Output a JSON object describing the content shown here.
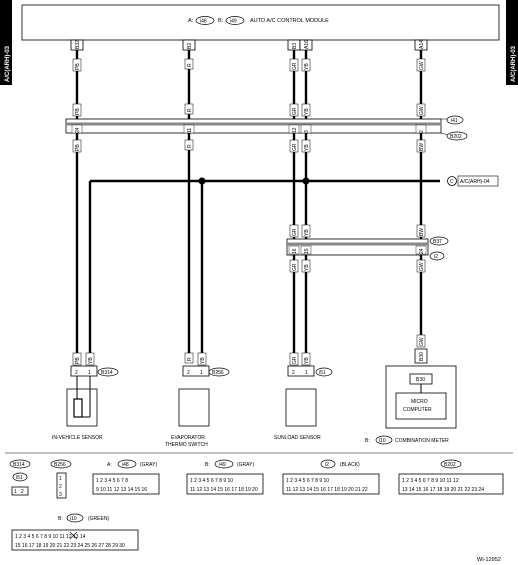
{
  "side_tag": "A/C(ARH)-03",
  "module": {
    "title": "AUTO A/C CONTROL MODULE",
    "conn_a_prefix": "A:",
    "conn_a": "i48",
    "conn_b_prefix": "B:",
    "conn_b": "i49"
  },
  "module_pins": [
    "B32",
    "B2",
    "B3",
    "A16",
    "A14"
  ],
  "wire_colors": {
    "w1": "PB",
    "w2": "YB",
    "w3": "R",
    "w4": "LY",
    "w5": "GR",
    "w6": "YB",
    "w7": "GW",
    "w8": "BW"
  },
  "relay_connectors": {
    "i41": "i41",
    "b202": "B202",
    "b37": "B37",
    "i2": "i2"
  },
  "relay_pins_top": [
    "24",
    "11",
    "12",
    "3",
    "2"
  ],
  "relay_pins_bottom": [
    "16",
    "15",
    "24"
  ],
  "ref_label": "A/C(ARH)-04",
  "ref_letter": "C",
  "components": {
    "in_vehicle": {
      "label": "IN-VEHICLE SENSOR",
      "conn": "B314"
    },
    "evap": {
      "label_1": "EVAPORATOR",
      "label_2": "THERMO SWITCH",
      "conn": "B256"
    },
    "sunload": {
      "label": "SUNLOAD SENSOR",
      "conn": "i51"
    },
    "meter": {
      "prefix": "B:",
      "conn": "i10",
      "label": "COMBINATION METER",
      "inner_1": "MICRO",
      "inner_2": "COMPUTER",
      "pin": "B30"
    }
  },
  "sensor_pins": {
    "p2": "2",
    "p1": "1"
  },
  "legend": {
    "b314": "B314",
    "i51": "i51",
    "b256": "B256",
    "a_prefix": "A:",
    "a_conn": "i48",
    "a_color": "(GRAY)",
    "b_prefix": "B:",
    "b_conn": "i49",
    "b_color": "(GRAY)",
    "i2": "i2",
    "i2_color": "(BLACK)",
    "b202": "B202",
    "i10_prefix": "B:",
    "i10": "i10",
    "i10_color": "(GREEN)"
  },
  "figure_id": "WI-12952"
}
